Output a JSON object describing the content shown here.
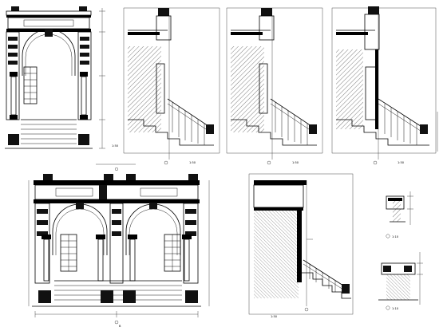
{
  "sheet": {
    "drawings": [
      {
        "id": "front-elevation-small"
      },
      {
        "id": "section-1"
      },
      {
        "id": "section-2"
      },
      {
        "id": "section-3"
      },
      {
        "id": "front-elevation-large"
      },
      {
        "id": "section-4"
      },
      {
        "id": "detail-a"
      },
      {
        "id": "detail-b"
      }
    ]
  },
  "labels": {
    "scale": "1:50",
    "section_mark": "1",
    "axis_a": "A",
    "axis_b": "B",
    "detail_scale": "1:10"
  },
  "colors": {
    "line": "#000000",
    "background": "#ffffff"
  }
}
